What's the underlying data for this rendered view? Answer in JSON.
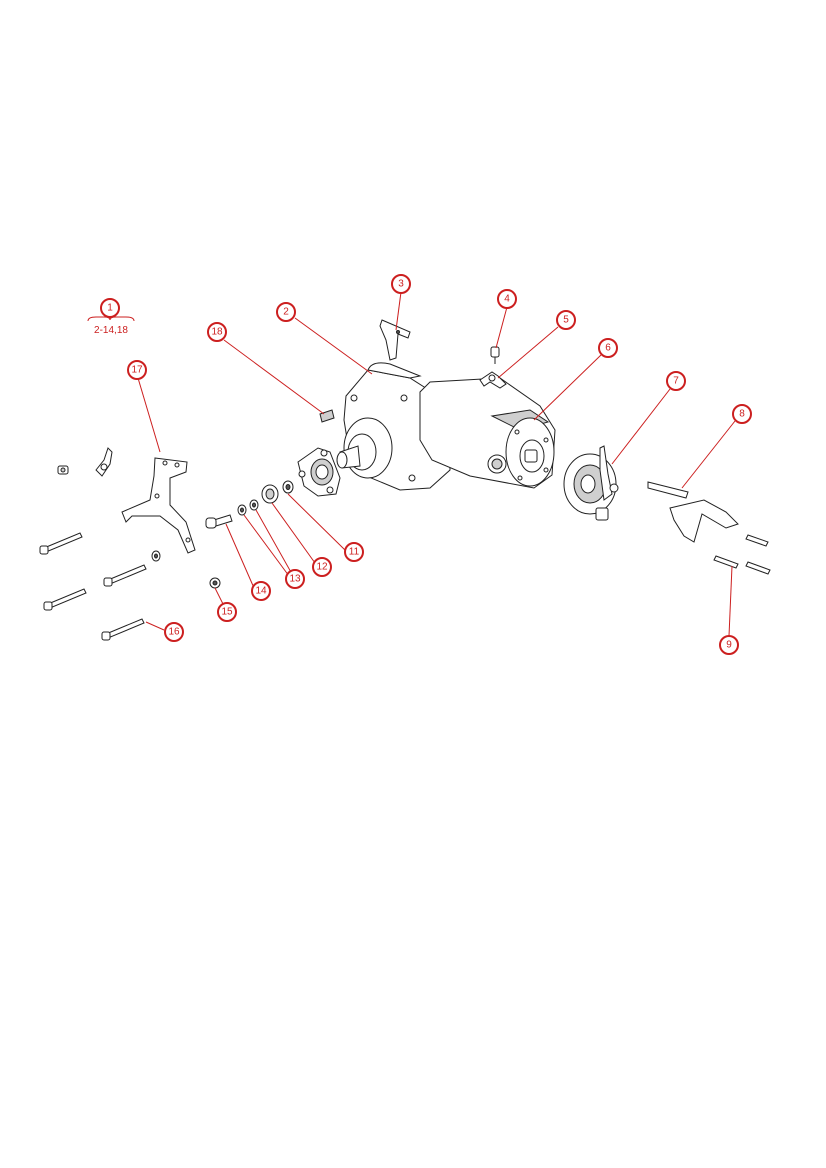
{
  "callouts": [
    {
      "id": "c1",
      "label": "1"
    },
    {
      "id": "c2",
      "label": "2"
    },
    {
      "id": "c3",
      "label": "3"
    },
    {
      "id": "c4",
      "label": "4"
    },
    {
      "id": "c5",
      "label": "5"
    },
    {
      "id": "c6",
      "label": "6"
    },
    {
      "id": "c7",
      "label": "7"
    },
    {
      "id": "c8",
      "label": "8"
    },
    {
      "id": "c9",
      "label": "9"
    },
    {
      "id": "c11",
      "label": "11"
    },
    {
      "id": "c12",
      "label": "12"
    },
    {
      "id": "c13",
      "label": "13"
    },
    {
      "id": "c14",
      "label": "14"
    },
    {
      "id": "c15",
      "label": "15"
    },
    {
      "id": "c16",
      "label": "16"
    },
    {
      "id": "c17",
      "label": "17"
    },
    {
      "id": "c18",
      "label": "18"
    }
  ],
  "assembly_range": "2-14,18",
  "colors": {
    "callout": "#cc1f1f",
    "line": "#222222"
  }
}
